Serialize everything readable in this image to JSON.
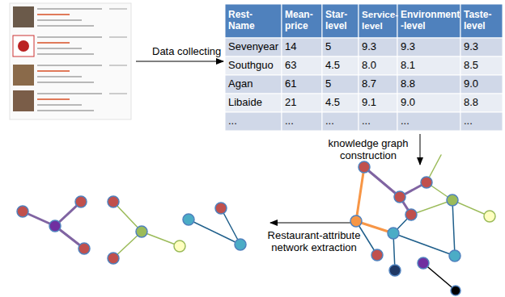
{
  "diagram": {
    "labels": [
      "Data collecting",
      "Rest- Name",
      "Mean- price",
      "Star- level",
      "Service- level",
      "Environment -level",
      "Taste- level",
      "Sevenyear",
      "14",
      "5",
      "9.3",
      "9.3",
      "9.3",
      "Southguo",
      "63",
      "4.5",
      "8.0",
      "8.1",
      "8.5",
      "Agan",
      "61",
      "5",
      "8.7",
      "8.8",
      "9.0",
      "Libaide",
      "21",
      "4.5",
      "9.1",
      "9.0",
      "8.8",
      "...",
      "...",
      "...",
      "...",
      "...",
      "...",
      "knowledge graph construction",
      "Restaurant-attribute network extraction"
    ]
  }
}
